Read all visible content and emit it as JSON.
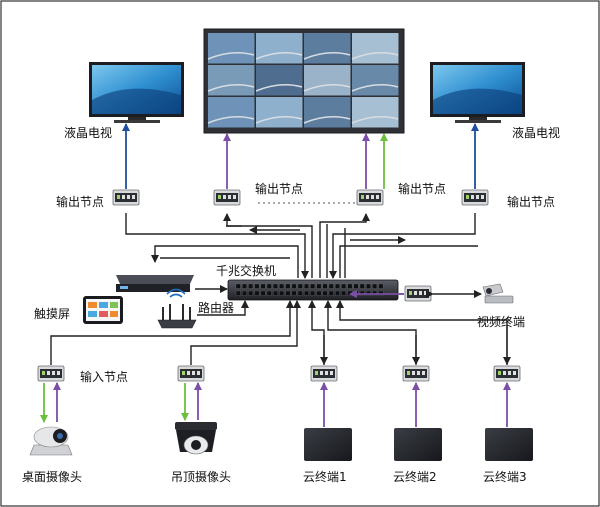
{
  "labels": {
    "lcd_tv_left": "液晶电视",
    "lcd_tv_right": "液晶电视",
    "output_node_1": "输出节点",
    "output_node_2": "输出节点",
    "output_node_3": "输出节点",
    "output_node_4": "输出节点",
    "gigabit_switch": "千兆交换机",
    "touch_screen": "触摸屏",
    "router": "路由器",
    "video_terminal": "视频终端",
    "input_node": "输入节点",
    "desktop_camera": "桌面摄像头",
    "ceiling_camera": "吊顶摄像头",
    "cloud_terminal_1": "云终端1",
    "cloud_terminal_2": "云终端2",
    "cloud_terminal_3": "云终端3"
  },
  "colors": {
    "network_line": "#222222",
    "video_line": "#7b4fa6",
    "blue_line": "#1f4e9c",
    "green_line": "#6abf3e",
    "border": "#333333",
    "device_body": "#2a2d33"
  }
}
